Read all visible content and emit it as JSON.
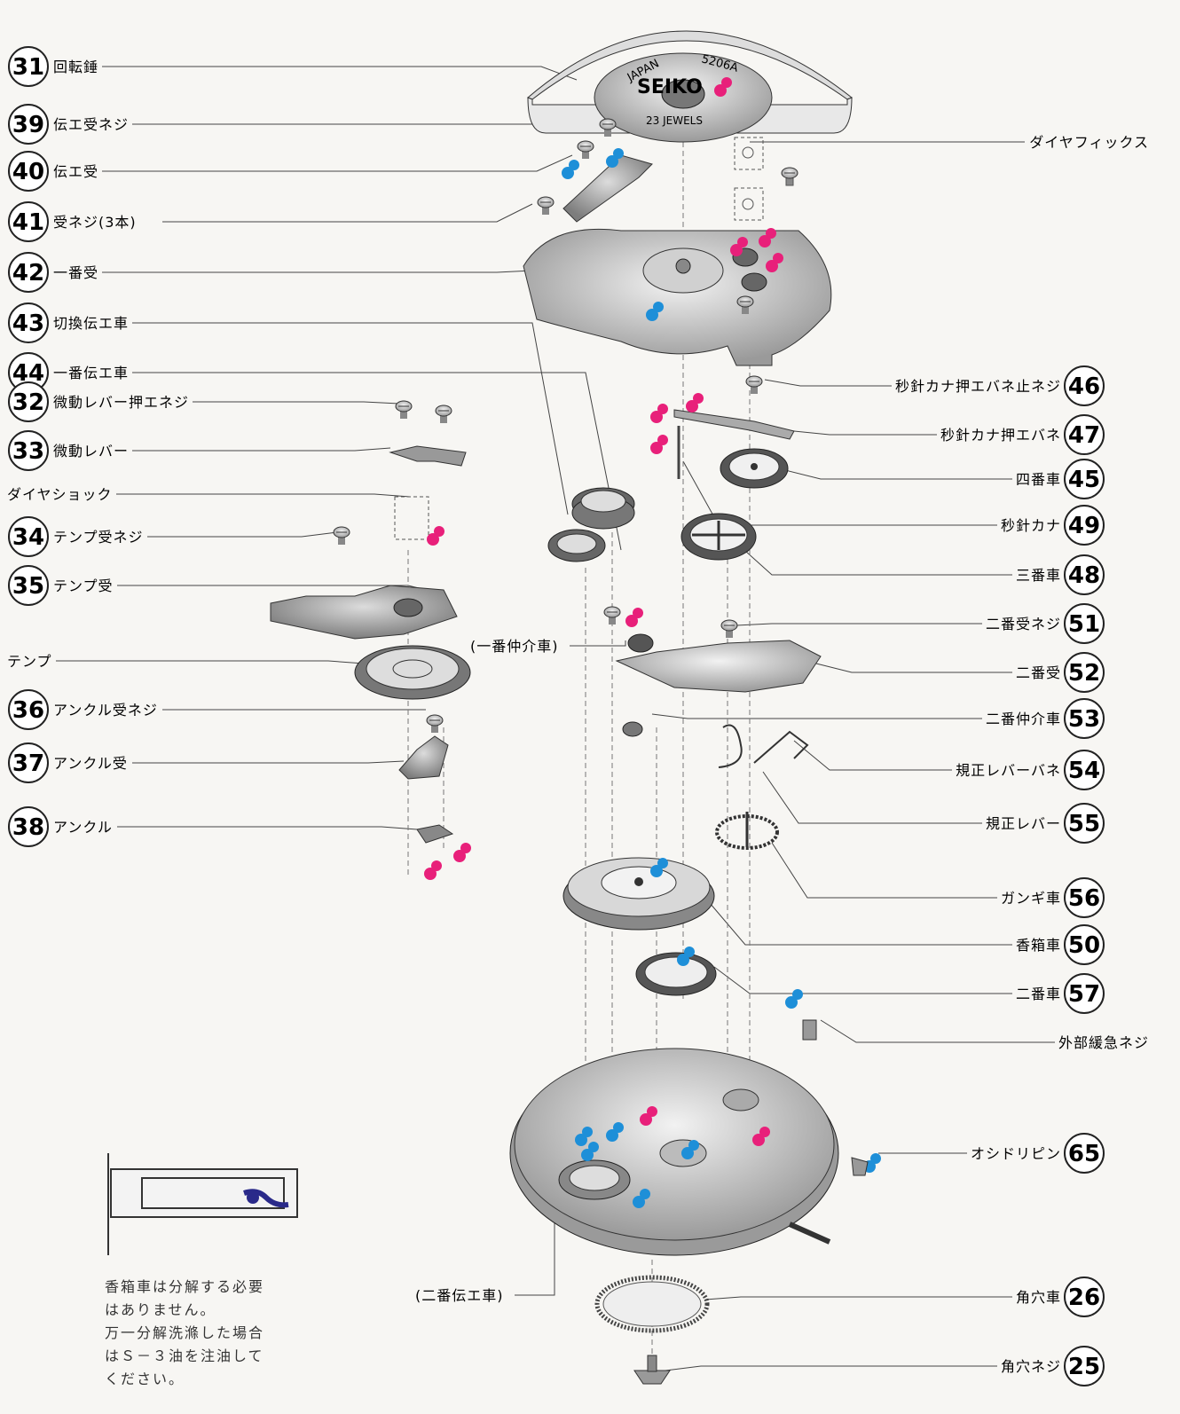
{
  "left_labels": [
    {
      "num": "31",
      "text": "回転錘"
    },
    {
      "num": "39",
      "text": "伝エ受ネジ"
    },
    {
      "num": "40",
      "text": "伝エ受"
    },
    {
      "num": "41",
      "text": "受ネジ(3本)"
    },
    {
      "num": "42",
      "text": "一番受"
    },
    {
      "num": "43",
      "text": "切換伝エ車"
    },
    {
      "num": "44",
      "text": "一番伝エ車"
    },
    {
      "num": "32",
      "text": "微動レバー押エネジ"
    },
    {
      "num": "33",
      "text": "微動レバー"
    },
    {
      "num": "",
      "text": "ダイヤショック"
    },
    {
      "num": "34",
      "text": "テンプ受ネジ"
    },
    {
      "num": "35",
      "text": "テンプ受"
    },
    {
      "num": "",
      "text": "テンプ"
    },
    {
      "num": "36",
      "text": "アンクル受ネジ"
    },
    {
      "num": "37",
      "text": "アンクル受"
    },
    {
      "num": "38",
      "text": "アンクル"
    }
  ],
  "right_labels": [
    {
      "num": "",
      "text": "ダイヤフィックス"
    },
    {
      "num": "46",
      "text": "秒針カナ押エバネ止ネジ"
    },
    {
      "num": "47",
      "text": "秒針カナ押エバネ"
    },
    {
      "num": "45",
      "text": "四番車"
    },
    {
      "num": "49",
      "text": "秒針カナ"
    },
    {
      "num": "48",
      "text": "三番車"
    },
    {
      "num": "51",
      "text": "二番受ネジ"
    },
    {
      "num": "52",
      "text": "二番受"
    },
    {
      "num": "53",
      "text": "二番仲介車"
    },
    {
      "num": "54",
      "text": "規正レバーバネ"
    },
    {
      "num": "55",
      "text": "規正レバー"
    },
    {
      "num": "56",
      "text": "ガンギ車"
    },
    {
      "num": "50",
      "text": "香箱車"
    },
    {
      "num": "57",
      "text": "二番車"
    },
    {
      "num": "",
      "text": "外部緩急ネジ"
    },
    {
      "num": "65",
      "text": "オシドリピン"
    },
    {
      "num": "26",
      "text": "角穴車"
    },
    {
      "num": "25",
      "text": "角穴ネジ"
    }
  ],
  "inline_labels": [
    {
      "text": "(一番仲介車)"
    },
    {
      "text": "(二番伝エ車)"
    }
  ],
  "rotor_text": {
    "brand": "SEIKO",
    "country": "JAPAN",
    "caliber": "5206A",
    "jewels": "23 JEWELS"
  },
  "note_lines": [
    "香箱車は分解する必要",
    "はありません。",
    "万一分解洗滌した場合",
    "はＳ－３油を注油して",
    "ください。"
  ],
  "colors": {
    "oil_pink": "#e8207a",
    "oil_blue": "#1e8fd8",
    "oil_navy": "#2a2a8a",
    "line": "#333333",
    "part": "#555555"
  }
}
